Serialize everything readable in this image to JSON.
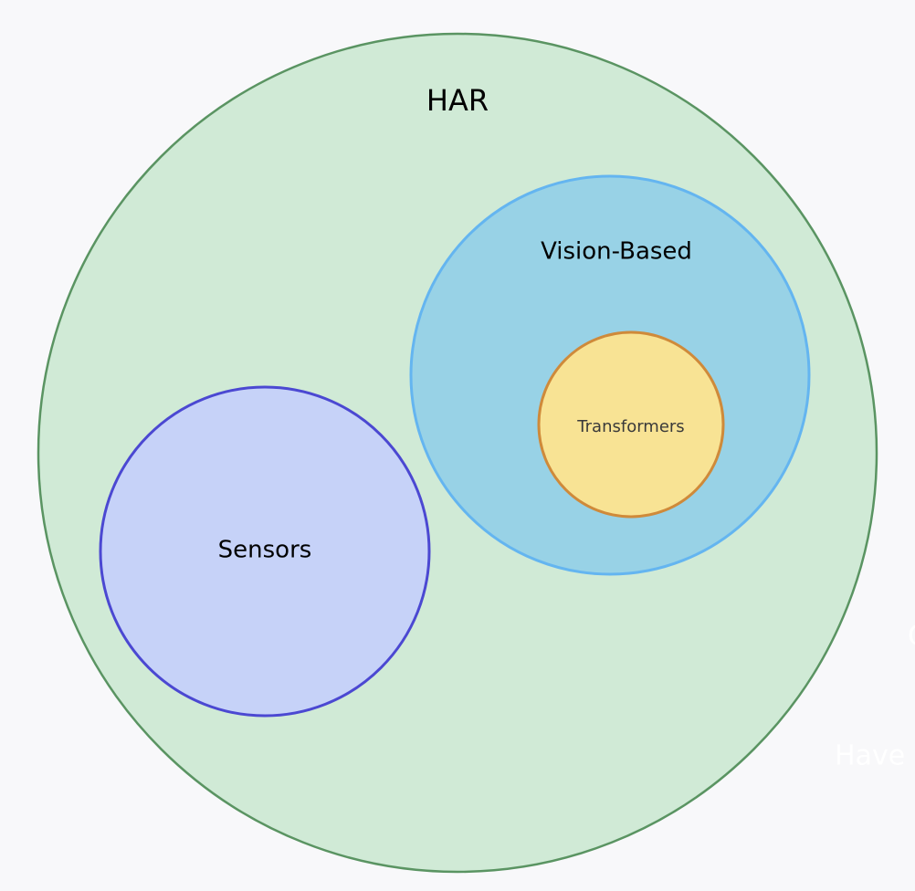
{
  "diagram": {
    "type": "nested-circles",
    "circles": [
      {
        "id": "har",
        "label": "HAR",
        "fill": "#d0ead6",
        "stroke": "#5a9462"
      },
      {
        "id": "vision",
        "label": "Vision-Based",
        "fill": "#98d2e6",
        "stroke": "#64b5f0"
      },
      {
        "id": "transformers",
        "label": "Transformers",
        "fill": "#f8e394",
        "stroke": "#cf8a3a"
      },
      {
        "id": "sensors",
        "label": "Sensors",
        "fill": "#c6d2f8",
        "stroke": "#4b48d2"
      }
    ],
    "partial_text": [
      "C",
      "Have"
    ]
  },
  "colors": {
    "background": "#f8f8fa",
    "label_text": "#000000",
    "small_text": "#3a3a3a",
    "ghost_text": "#ffffff"
  }
}
